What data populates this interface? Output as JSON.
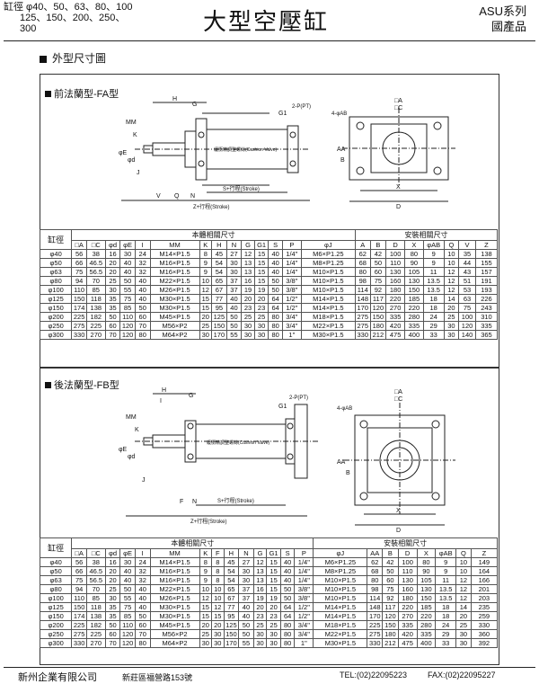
{
  "header": {
    "bore_label_line1": "缸徑 φ40、50、63、80、100",
    "bore_label_line2": "125、150、200、250、",
    "bore_label_line3": "300",
    "title": "大型空壓缸",
    "series": "ASU系列",
    "origin": "國產品"
  },
  "section_title": "外型尺寸圖",
  "drawing_labels": {
    "cushion_valve": "緩衝精調整螺絲(Cushion Valve)",
    "port": "2-P(PT)",
    "holes": "4-φAB",
    "stroke": "S+行程(Stroke)",
    "total": "Z+行程(Stroke)",
    "dims": [
      "H",
      "G",
      "G1",
      "MM",
      "K",
      "φE",
      "φd",
      "J",
      "V",
      "Q",
      "N",
      "AA",
      "B",
      "□A",
      "□C",
      "X",
      "D",
      "I",
      "F"
    ]
  },
  "fa": {
    "title": "前法蘭型-FA型",
    "group_left": "本體相關尺寸",
    "group_right": "安裝相關尺寸",
    "bore_header": "缸徑",
    "columns": [
      "□A",
      "□C",
      "φd",
      "φE",
      "I",
      "MM",
      "K",
      "H",
      "N",
      "G",
      "G1",
      "S",
      "P",
      "φJ",
      "A",
      "B",
      "D",
      "X",
      "φAB",
      "Q",
      "V",
      "Z"
    ],
    "rows": [
      [
        "φ40",
        "56",
        "38",
        "16",
        "30",
        "24",
        "M14×P1.5",
        "8",
        "45",
        "27",
        "12",
        "15",
        "40",
        "1/4\"",
        "M6×P1.25",
        "62",
        "42",
        "100",
        "80",
        "9",
        "10",
        "35",
        "138"
      ],
      [
        "φ50",
        "66",
        "46.5",
        "20",
        "40",
        "32",
        "M16×P1.5",
        "9",
        "54",
        "30",
        "13",
        "15",
        "40",
        "1/4\"",
        "M8×P1.25",
        "68",
        "50",
        "110",
        "90",
        "9",
        "10",
        "44",
        "155"
      ],
      [
        "φ63",
        "75",
        "56.5",
        "20",
        "40",
        "32",
        "M16×P1.5",
        "9",
        "54",
        "30",
        "13",
        "15",
        "40",
        "1/4\"",
        "M10×P1.5",
        "80",
        "60",
        "130",
        "105",
        "11",
        "12",
        "43",
        "157"
      ],
      [
        "φ80",
        "94",
        "70",
        "25",
        "50",
        "40",
        "M22×P1.5",
        "10",
        "65",
        "37",
        "16",
        "15",
        "50",
        "3/8\"",
        "M10×P1.5",
        "98",
        "75",
        "160",
        "130",
        "13.5",
        "12",
        "51",
        "191"
      ],
      [
        "φ100",
        "110",
        "85",
        "30",
        "55",
        "40",
        "M26×P1.5",
        "12",
        "67",
        "37",
        "19",
        "19",
        "50",
        "3/8\"",
        "M10×P1.5",
        "114",
        "92",
        "180",
        "150",
        "13.5",
        "12",
        "53",
        "193"
      ],
      [
        "φ125",
        "150",
        "118",
        "35",
        "75",
        "40",
        "M30×P1.5",
        "15",
        "77",
        "40",
        "20",
        "20",
        "64",
        "1/2\"",
        "M14×P1.5",
        "148",
        "117",
        "220",
        "185",
        "18",
        "14",
        "63",
        "226"
      ],
      [
        "φ150",
        "174",
        "138",
        "35",
        "85",
        "50",
        "M30×P1.5",
        "15",
        "95",
        "40",
        "23",
        "23",
        "64",
        "1/2\"",
        "M14×P1.5",
        "170",
        "120",
        "270",
        "220",
        "18",
        "20",
        "75",
        "243"
      ],
      [
        "φ200",
        "225",
        "182",
        "50",
        "110",
        "60",
        "M45×P1.5",
        "20",
        "125",
        "50",
        "25",
        "25",
        "80",
        "3/4\"",
        "M18×P1.5",
        "275",
        "150",
        "335",
        "280",
        "24",
        "25",
        "100",
        "310"
      ],
      [
        "φ250",
        "275",
        "225",
        "60",
        "120",
        "70",
        "M56×P2",
        "25",
        "150",
        "50",
        "30",
        "30",
        "80",
        "3/4\"",
        "M22×P1.5",
        "275",
        "180",
        "420",
        "335",
        "29",
        "30",
        "120",
        "335"
      ],
      [
        "φ300",
        "330",
        "270",
        "70",
        "120",
        "80",
        "M64×P2",
        "30",
        "170",
        "55",
        "30",
        "30",
        "80",
        "1\"",
        "M30×P1.5",
        "330",
        "212",
        "475",
        "400",
        "33",
        "30",
        "140",
        "365"
      ]
    ]
  },
  "fb": {
    "title": "後法蘭型-FB型",
    "group_left": "本體相關尺寸",
    "group_right": "安裝相關尺寸",
    "bore_header": "缸徑",
    "columns": [
      "□A",
      "□C",
      "φd",
      "φE",
      "I",
      "MM",
      "K",
      "F",
      "H",
      "N",
      "G",
      "G1",
      "S",
      "P",
      "φJ",
      "AA",
      "B",
      "D",
      "X",
      "φAB",
      "Q",
      "Z"
    ],
    "rows": [
      [
        "φ40",
        "56",
        "38",
        "16",
        "30",
        "24",
        "M14×P1.5",
        "8",
        "8",
        "45",
        "27",
        "12",
        "15",
        "40",
        "1/4\"",
        "M6×P1.25",
        "62",
        "42",
        "100",
        "80",
        "9",
        "10",
        "149"
      ],
      [
        "φ50",
        "66",
        "46.5",
        "20",
        "40",
        "32",
        "M16×P1.5",
        "9",
        "8",
        "54",
        "30",
        "13",
        "15",
        "40",
        "1/4\"",
        "M8×P1.25",
        "68",
        "50",
        "110",
        "90",
        "9",
        "10",
        "164"
      ],
      [
        "φ63",
        "75",
        "56.5",
        "20",
        "40",
        "32",
        "M16×P1.5",
        "9",
        "8",
        "54",
        "30",
        "13",
        "15",
        "40",
        "1/4\"",
        "M10×P1.5",
        "80",
        "60",
        "130",
        "105",
        "11",
        "12",
        "166"
      ],
      [
        "φ80",
        "94",
        "70",
        "25",
        "50",
        "40",
        "M22×P1.5",
        "10",
        "10",
        "65",
        "37",
        "16",
        "15",
        "50",
        "3/8\"",
        "M10×P1.5",
        "98",
        "75",
        "160",
        "130",
        "13.5",
        "12",
        "201"
      ],
      [
        "φ100",
        "110",
        "85",
        "30",
        "55",
        "40",
        "M26×P1.5",
        "12",
        "10",
        "67",
        "37",
        "19",
        "19",
        "50",
        "3/8\"",
        "M10×P1.5",
        "114",
        "92",
        "180",
        "150",
        "13.5",
        "12",
        "203"
      ],
      [
        "φ125",
        "150",
        "118",
        "35",
        "75",
        "40",
        "M30×P1.5",
        "15",
        "12",
        "77",
        "40",
        "20",
        "20",
        "64",
        "1/2\"",
        "M14×P1.5",
        "148",
        "117",
        "220",
        "185",
        "18",
        "14",
        "235"
      ],
      [
        "φ150",
        "174",
        "138",
        "35",
        "85",
        "50",
        "M30×P1.5",
        "15",
        "15",
        "95",
        "40",
        "23",
        "23",
        "64",
        "1/2\"",
        "M14×P1.5",
        "170",
        "120",
        "270",
        "220",
        "18",
        "20",
        "259"
      ],
      [
        "φ200",
        "225",
        "182",
        "50",
        "110",
        "60",
        "M45×P1.5",
        "20",
        "20",
        "125",
        "50",
        "25",
        "25",
        "80",
        "3/4\"",
        "M18×P1.5",
        "225",
        "150",
        "335",
        "280",
        "24",
        "25",
        "330"
      ],
      [
        "φ250",
        "275",
        "225",
        "60",
        "120",
        "70",
        "M56×P2",
        "25",
        "30",
        "150",
        "50",
        "30",
        "30",
        "80",
        "3/4\"",
        "M22×P1.5",
        "275",
        "180",
        "420",
        "335",
        "29",
        "30",
        "360"
      ],
      [
        "φ300",
        "330",
        "270",
        "70",
        "120",
        "80",
        "M64×P2",
        "30",
        "30",
        "170",
        "55",
        "30",
        "30",
        "80",
        "1\"",
        "M30×P1.5",
        "330",
        "212",
        "475",
        "400",
        "33",
        "30",
        "392"
      ]
    ]
  },
  "footer": {
    "company": "新州企業有限公司",
    "address": "新莊區福營路153號",
    "tel": "TEL:(02)22095223",
    "fax": "FAX:(02)22095227"
  }
}
